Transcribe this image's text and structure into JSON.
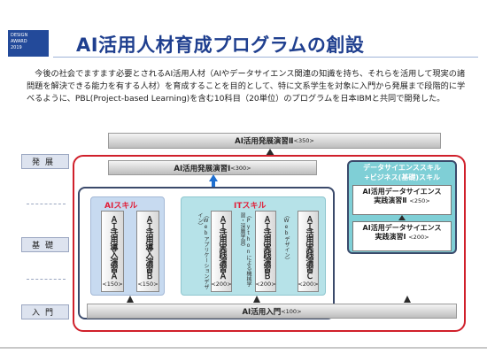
{
  "badge": {
    "line1": "DESIGN",
    "line2": "AWARD",
    "line3": "2019"
  },
  "title": "AI活用人材育成プログラムの創設",
  "intro": "　今後の社会でますます必要とされるAI活用人材（AIやデータサイエンス関連の知識を持ち、それらを活用して現実の諸問題を解決できる能力を有する人材）を育成することを目的として、特に文系学生を対象に入門から発展まで段階的に学べるように、PBL(Project-based Learning)を含む10科目（20単位）のプログラムを日本IBMと共同で開発した。",
  "levels": [
    "発展",
    "基礎",
    "入門"
  ],
  "top_bar": {
    "label": "AI活用発展演習Ⅱ",
    "unit": "<350>"
  },
  "mid_bar": {
    "label": "AI活用発展演習Ⅰ",
    "unit": "<300>"
  },
  "bottom_bar": {
    "label": "AI活用入門",
    "unit": "<100>"
  },
  "ai_skill": {
    "title": "AIスキル",
    "courses": [
      {
        "label": "ＡＩ活用導入演習Ａ",
        "unit": "<150>"
      },
      {
        "label": "ＡＩ活用導入演習Ｂ",
        "unit": "<150>"
      }
    ]
  },
  "it_skill": {
    "title": "ITスキル",
    "courses": [
      {
        "label": "ＡＩ活用実践演習Ａ",
        "unit": "<200>",
        "note": "（Webアプリケーションデザイン）"
      },
      {
        "label": "ＡＩ活用実践演習Ｂ",
        "unit": "<200>",
        "note": "（Pythonによる機械学習・深層学習）"
      },
      {
        "label": "ＡＩ活用実践演習Ｃ",
        "unit": "<200>",
        "note": "（Webデザイン）"
      }
    ]
  },
  "ds_skill": {
    "title_line1": "データサイエンススキル",
    "title_line2": "+ビジネス(基礎)スキル",
    "course2": {
      "line1": "AI活用データサイエンス",
      "line2": "実践演習Ⅱ",
      "unit": "<250>"
    },
    "course1": {
      "line1": "AI活用データサイエンス",
      "line2": "実践演習Ⅰ",
      "unit": "<200>"
    }
  },
  "colors": {
    "title": "#1f3f8f",
    "outer_border": "#d0202b",
    "ai_box": "#c7daf0",
    "it_box": "#b6e2e8",
    "ds_box": "#7fcfd6",
    "arrow": "#1f6fd0"
  }
}
